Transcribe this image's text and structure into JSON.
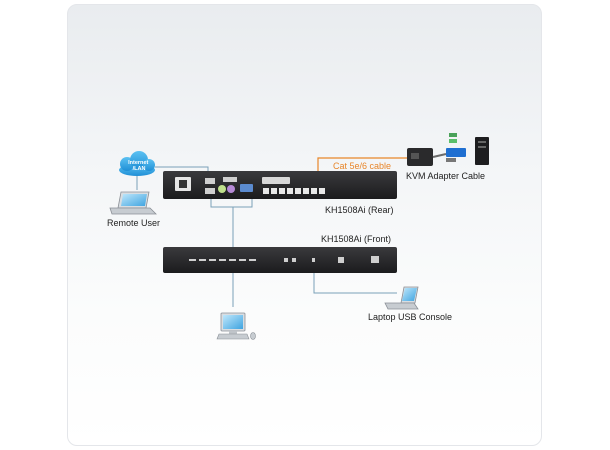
{
  "labels": {
    "remote_user": "Remote User",
    "cloud": "Internet\n/LAN",
    "cable": "Cat 5e/6 cable",
    "kvm_adapter": "KVM Adapter Cable",
    "rear_unit": "KH1508Ai (Rear)",
    "front_unit": "KH1508Ai (Front)",
    "laptop_console": "Laptop USB Console"
  },
  "colors": {
    "cable_line": "#e8862a",
    "connection_line": "#7aa0b8",
    "device_body": "#2a2a2c",
    "cloud": "#2b9fe0",
    "adapter_blue": "#1f6fd1",
    "adapter_green": "#5bbf6a"
  }
}
